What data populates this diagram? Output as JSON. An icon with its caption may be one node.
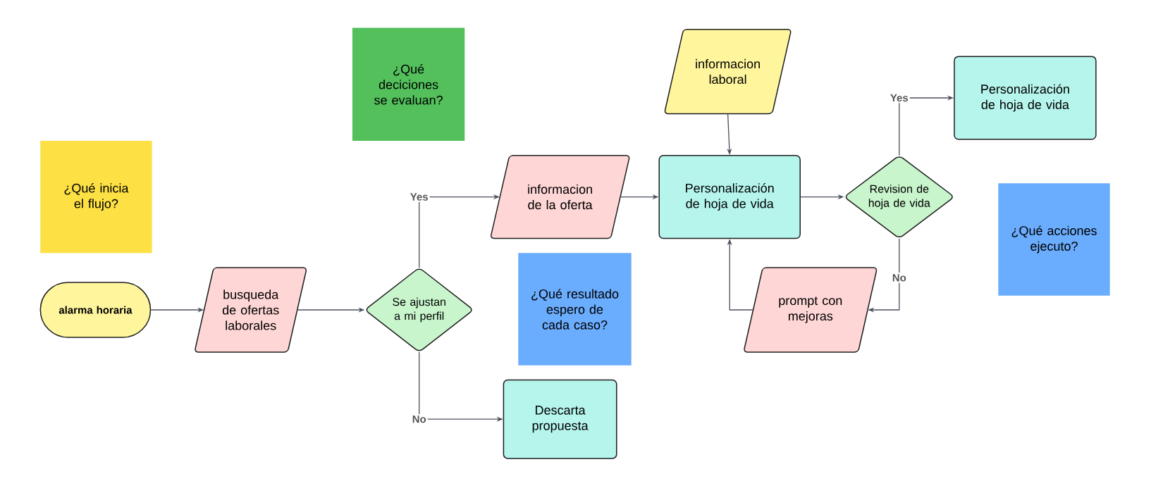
{
  "diagram": {
    "nodes": [
      {
        "text": [
          "¿Qué inicia el flujo?"
        ]
      },
      {
        "text": [
          "¿Qué deciciones se evaluan?"
        ]
      },
      {
        "text": [
          "¿Qué resultado espero de cada caso?"
        ]
      },
      {
        "text": [
          "¿Qué acciones ejecuto?"
        ]
      },
      {
        "text": [
          "alarma horaria"
        ]
      },
      {
        "text": [
          "busqueda de ofertas laborales"
        ]
      },
      {
        "text": [
          "Se ajustan a mi perfil"
        ]
      },
      {
        "text": [
          "informacion de la oferta"
        ]
      },
      {
        "text": [
          "Descarta propuesta"
        ]
      },
      {
        "text": [
          "informacion laboral"
        ]
      },
      {
        "text": [
          "Personalización de hoja de vida"
        ]
      },
      {
        "text": [
          "Revision de hoja de vida"
        ]
      },
      {
        "text": [
          "Personalización de hoja de vida"
        ]
      },
      {
        "text": [
          "prompt con mejoras"
        ]
      }
    ],
    "edges": [
      {
        "from": 4,
        "to": 5,
        "arrow": "to"
      },
      {
        "from": 5,
        "to": 6,
        "arrow": "to"
      },
      {
        "from": 6,
        "to": 7,
        "arrow": "to",
        "label": "Yes"
      },
      {
        "from": 6,
        "to": 8,
        "arrow": "to",
        "label": "No"
      },
      {
        "from": 7,
        "to": 10,
        "arrow": "to"
      },
      {
        "from": 9,
        "to": 10,
        "arrow": "to"
      },
      {
        "from": 10,
        "to": 11,
        "arrow": "to"
      },
      {
        "from": 11,
        "to": 12,
        "arrow": "to",
        "label": "Yes"
      },
      {
        "from": 11,
        "to": 13,
        "arrow": "to",
        "label": "No"
      },
      {
        "from": 13,
        "to": 10,
        "arrow": "to"
      }
    ]
  }
}
